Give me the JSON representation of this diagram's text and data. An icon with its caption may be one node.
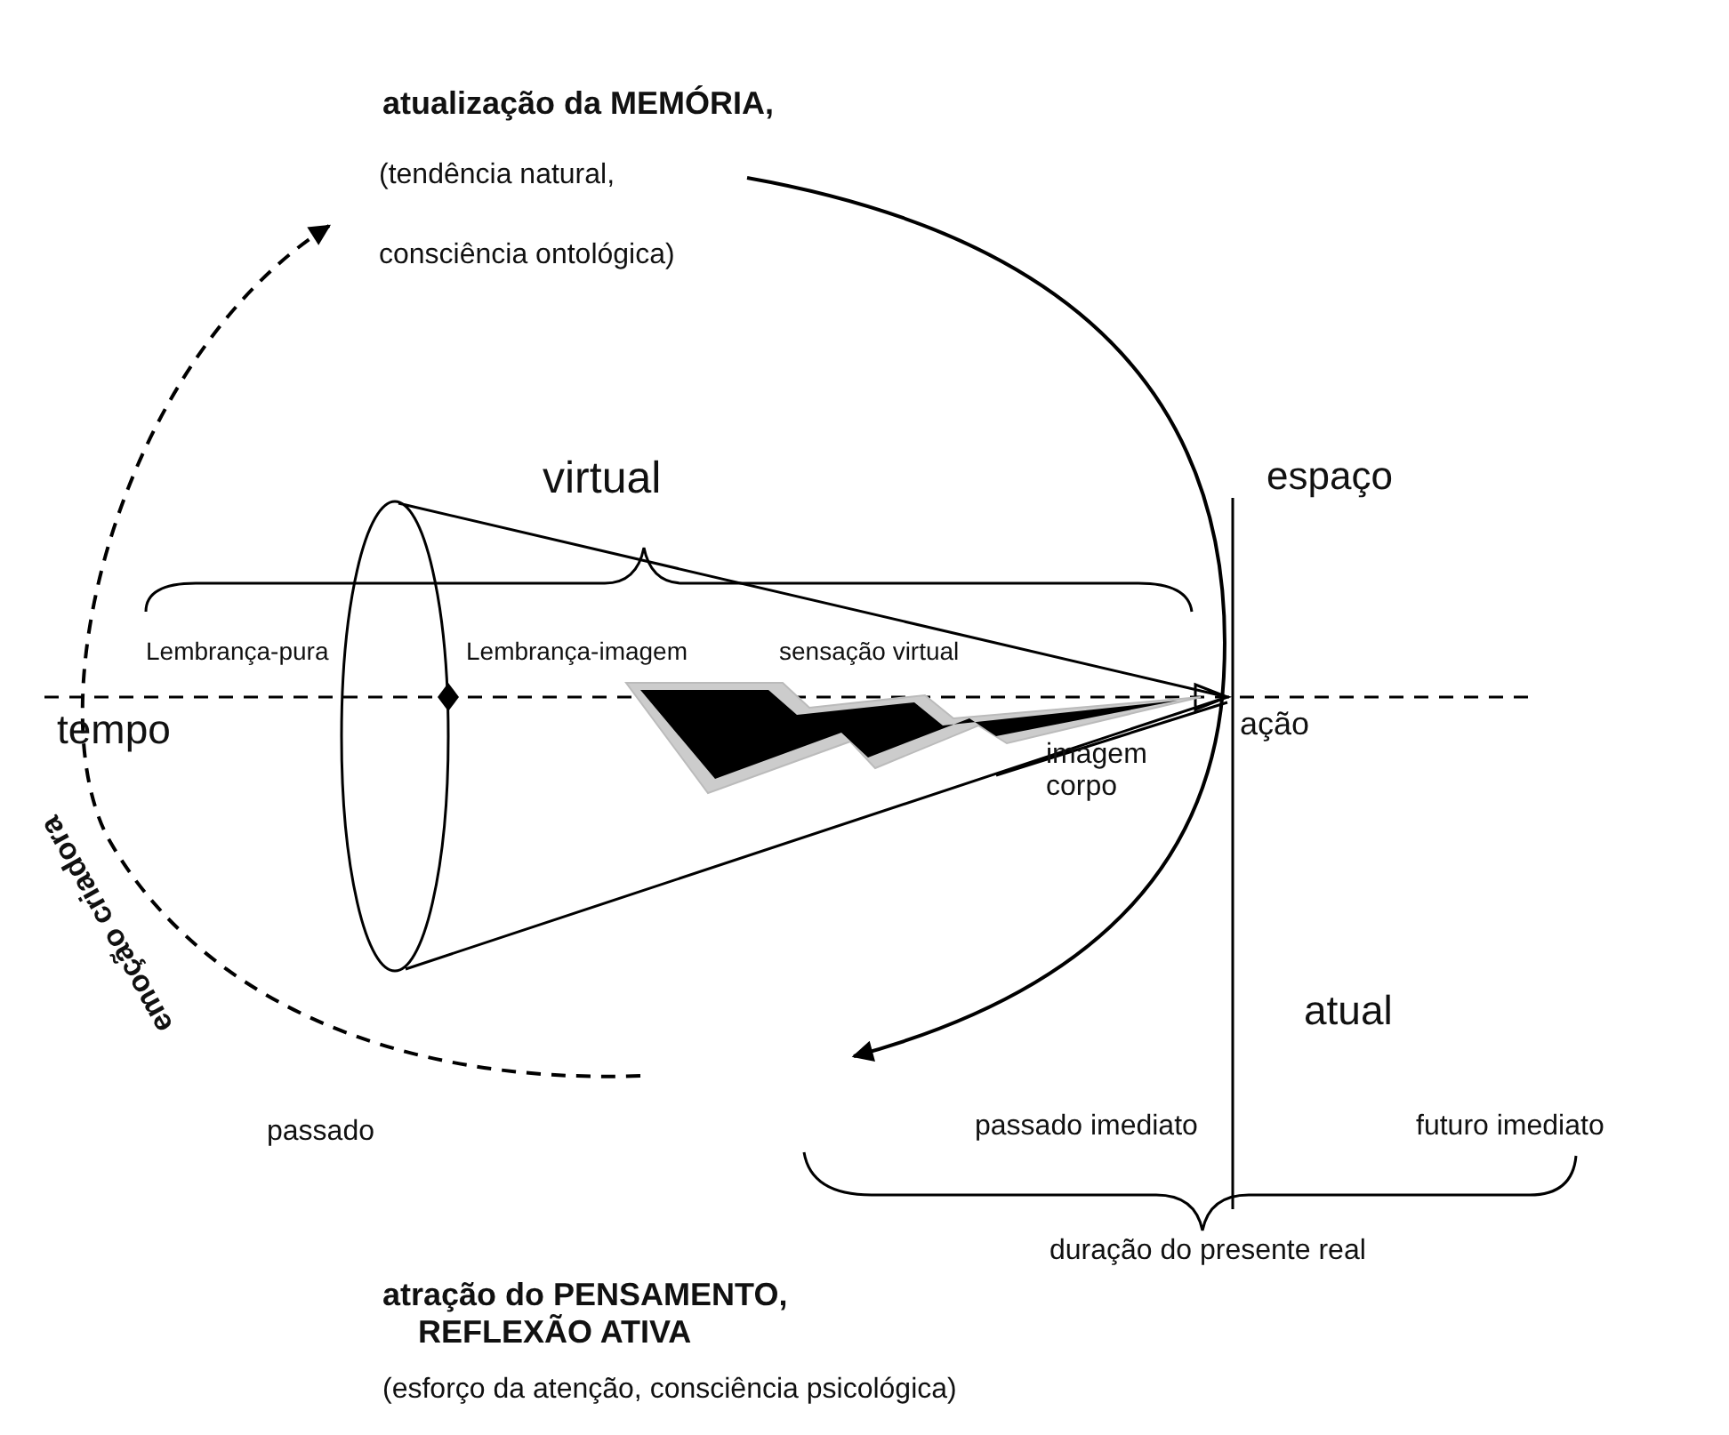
{
  "diagram": {
    "labels": [
      "atualização da MEMÓRIA,",
      "(tendência natural,",
      "consciência ontológica)",
      "virtual",
      "espaço",
      "Lembrança-pura",
      "Lembrança-imagem",
      "sensação virtual",
      "tempo",
      "ação",
      "imagem corpo",
      "emoção criadora",
      "atual",
      "passado",
      "passado imediato",
      "futuro imediato",
      "duração do presente real",
      "atração do PENSAMENTO, REFLEXÃO ATIVA",
      "(esforço da atenção, consciência psicológica)"
    ]
  }
}
